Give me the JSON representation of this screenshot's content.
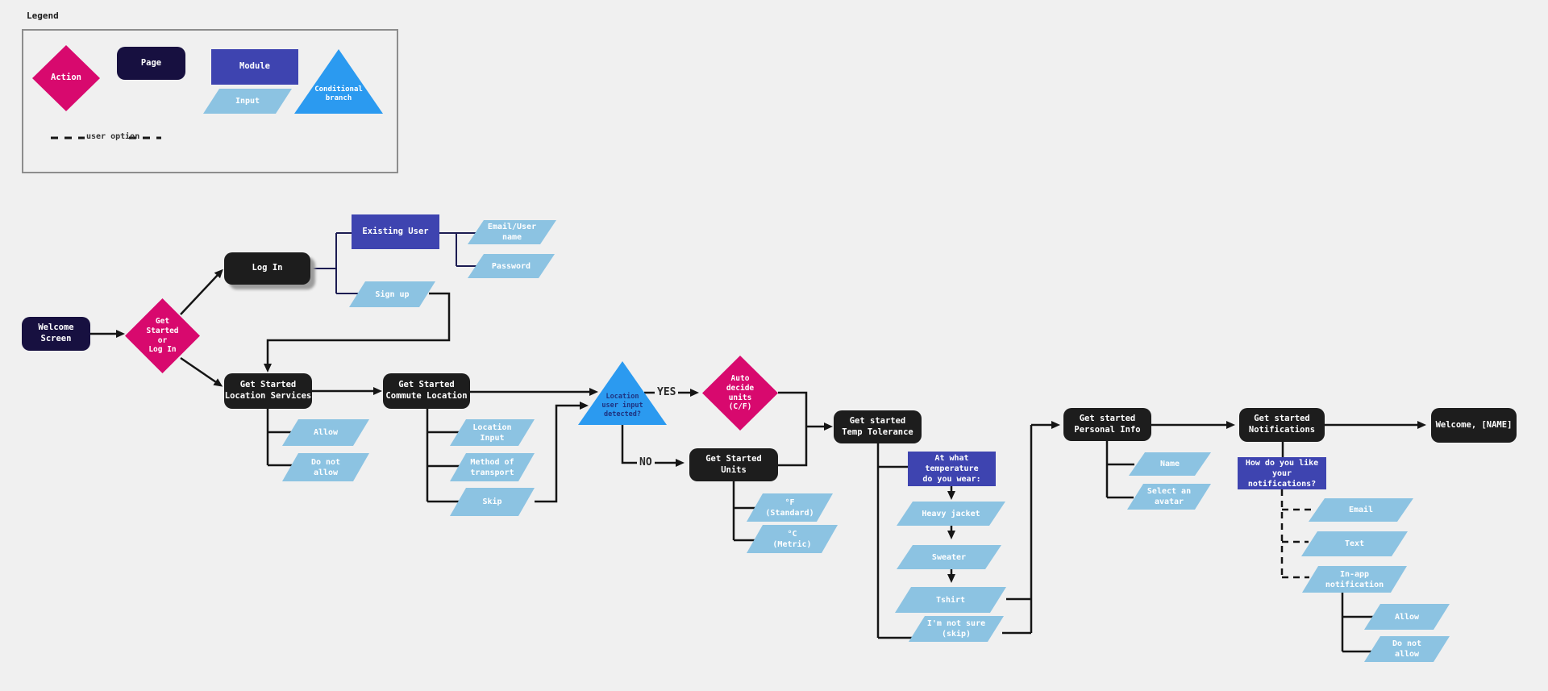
{
  "app": {
    "kind": "onboarding flowchart"
  },
  "palette": {
    "background": "#f0f0f0",
    "action_pink": "#d8096e",
    "page_black": "#1d1d1d",
    "page_navy": "#171040",
    "module_indigo": "#3e44b0",
    "input_blue": "#8cc3e2",
    "branch_blue": "#2b9af0",
    "connector_black": "#151515",
    "connector_navy": "#1c1c52"
  },
  "legend": {
    "title": "Legend",
    "items": {
      "action": {
        "label": "Action",
        "shape": "diamond"
      },
      "page": {
        "label": "Page",
        "shape": "rounded-rect"
      },
      "module": {
        "label": "Module",
        "shape": "rect"
      },
      "input": {
        "label": "Input",
        "shape": "parallelogram"
      },
      "branch": {
        "label": "Conditional\nbranch",
        "shape": "triangle"
      }
    },
    "dashed_label": "user option"
  },
  "labels": {
    "yes": "YES",
    "no": "NO"
  },
  "nodes": {
    "welcome_screen": {
      "label": "Welcome\nScreen",
      "type": "page"
    },
    "start_decision": {
      "label": "Get\nStarted\nor\nLog In",
      "type": "action"
    },
    "login": {
      "label": "Log In",
      "type": "page"
    },
    "existing_user": {
      "label": "Existing User",
      "type": "module"
    },
    "email_user": {
      "label": "Email/User\nname",
      "type": "input"
    },
    "password": {
      "label": "Password",
      "type": "input"
    },
    "signup": {
      "label": "Sign up",
      "type": "input"
    },
    "location_services": {
      "label": "Get Started\nLocation Services",
      "type": "page"
    },
    "commute_location": {
      "label": "Get Started\nCommute Location",
      "type": "page"
    },
    "allow_location": {
      "label": "Allow",
      "type": "input"
    },
    "dont_allow_location": {
      "label": "Do not\nallow",
      "type": "input"
    },
    "location_input": {
      "label": "Location\nInput",
      "type": "input"
    },
    "method_transport": {
      "label": "Method of\ntransport",
      "type": "input"
    },
    "skip_commute": {
      "label": "Skip",
      "type": "input"
    },
    "location_detected": {
      "label": "Location\nuser input\ndetected?",
      "type": "conditional"
    },
    "auto_decide": {
      "label": "Auto\ndecide\nunits\n(C/F)",
      "type": "action"
    },
    "units": {
      "label": "Get Started\nUnits",
      "type": "page"
    },
    "f_standard": {
      "label": "°F\n(Standard)",
      "type": "input"
    },
    "c_metric": {
      "label": "°C\n(Metric)",
      "type": "input"
    },
    "temp_tolerance": {
      "label": "Get started\nTemp Tolerance",
      "type": "page"
    },
    "at_what_temp": {
      "label": "At what temperature\ndo you wear:",
      "type": "module"
    },
    "heavy_jacket": {
      "label": "Heavy jacket",
      "type": "input"
    },
    "sweater": {
      "label": "Sweater",
      "type": "input"
    },
    "tshirt": {
      "label": "Tshirt",
      "type": "input"
    },
    "not_sure_skip": {
      "label": "I'm not sure\n(skip)",
      "type": "input"
    },
    "personal_info": {
      "label": "Get started\nPersonal Info",
      "type": "page"
    },
    "name_input": {
      "label": "Name",
      "type": "input"
    },
    "select_avatar": {
      "label": "Select an\navatar",
      "type": "input"
    },
    "notifications": {
      "label": "Get started\nNotifications",
      "type": "page"
    },
    "how_notifications": {
      "label": "How do you like\nyour notifications?",
      "type": "module"
    },
    "email_opt": {
      "label": "Email",
      "type": "input"
    },
    "text_opt": {
      "label": "Text",
      "type": "input"
    },
    "inapp_opt": {
      "label": "In-app\nnotification",
      "type": "input"
    },
    "allow_notif": {
      "label": "Allow",
      "type": "input"
    },
    "dont_allow_notif": {
      "label": "Do not\nallow",
      "type": "input"
    },
    "welcome_name": {
      "label": "Welcome, [NAME]",
      "type": "page"
    }
  }
}
